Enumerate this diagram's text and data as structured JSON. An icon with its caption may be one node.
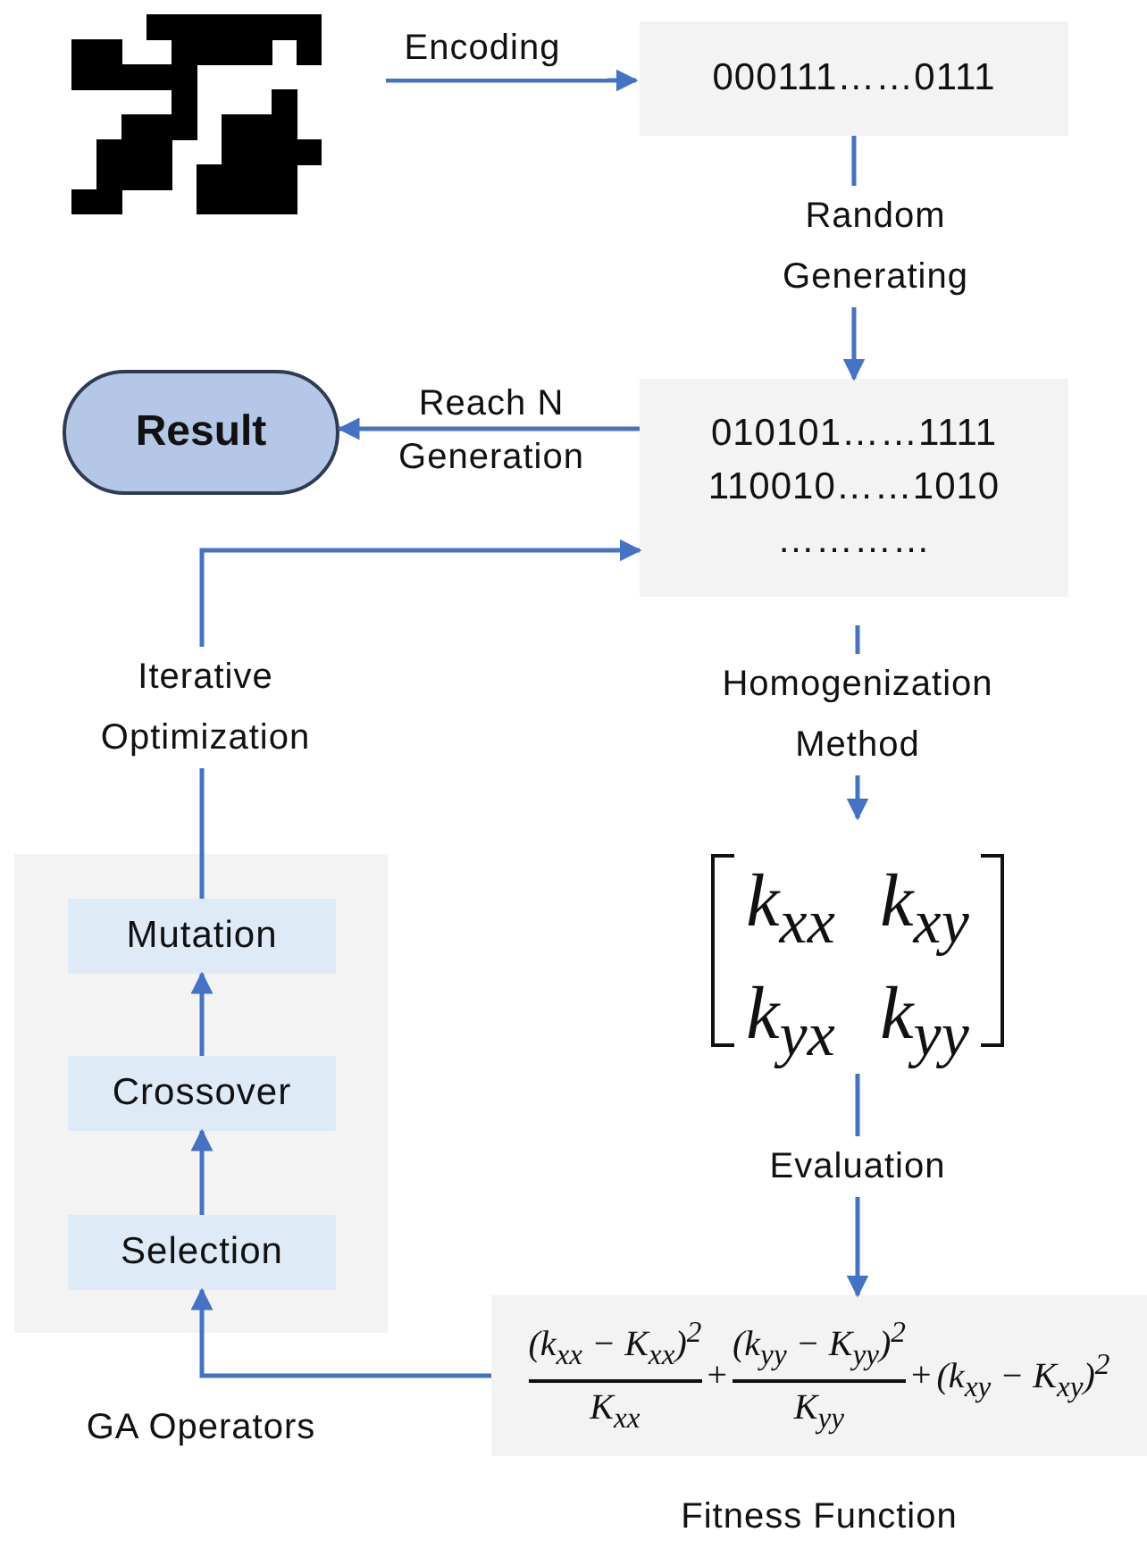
{
  "diagram": {
    "nodes": [
      {
        "text": [],
        "shape": "picture"
      },
      {
        "text": [
          "000111……0111"
        ]
      },
      {
        "text": [
          "010101……1111",
          "110010……1010",
          "…………"
        ]
      },
      {
        "text": [
          "Result"
        ]
      },
      {
        "text": [
          "k$_{xx}$",
          "k$_{xy}$",
          "k$_{yx}$",
          "k$_{yy}$"
        ]
      },
      {
        "text": [
          "(k$_{xx}$ − K$_{xx}$)$^{2}$",
          "K$_{xx}$",
          "+",
          "(k$_{yy}$ − K$_{yy}$)$^{2}$",
          "K$_{yy}$",
          "+",
          "(k$_{xy}$ − K$_{xy}$)$^{2}$"
        ],
        "beside": [
          "Fitness Function"
        ]
      },
      {
        "text": [],
        "shape": "box",
        "beside": [
          "GA Operators"
        ]
      },
      {
        "text": [
          "Mutation"
        ],
        "in": 6
      },
      {
        "text": [
          "Crossover"
        ],
        "in": 6
      },
      {
        "text": [
          "Selection"
        ],
        "in": 6
      }
    ],
    "edges": [
      {
        "from": 0,
        "to": 1,
        "arrow": "to",
        "label": "Encoding"
      },
      {
        "from": 1,
        "to": 2,
        "arrow": "to",
        "label": "Random Generating"
      },
      {
        "from": 2,
        "to": 3,
        "arrow": "to",
        "label": "Reach N Generation"
      },
      {
        "from": 2,
        "to": 4,
        "arrow": "to",
        "label": "Homogenization Method"
      },
      {
        "from": 4,
        "to": 5,
        "arrow": "to",
        "label": "Evaluation"
      },
      {
        "from": 5,
        "to": 9,
        "arrow": "to"
      },
      {
        "from": 9,
        "to": 8,
        "arrow": "to"
      },
      {
        "from": 8,
        "to": 7,
        "arrow": "to"
      },
      {
        "from": 7,
        "to": 2,
        "arrow": "to",
        "label": "Iterative Optimization"
      }
    ]
  }
}
